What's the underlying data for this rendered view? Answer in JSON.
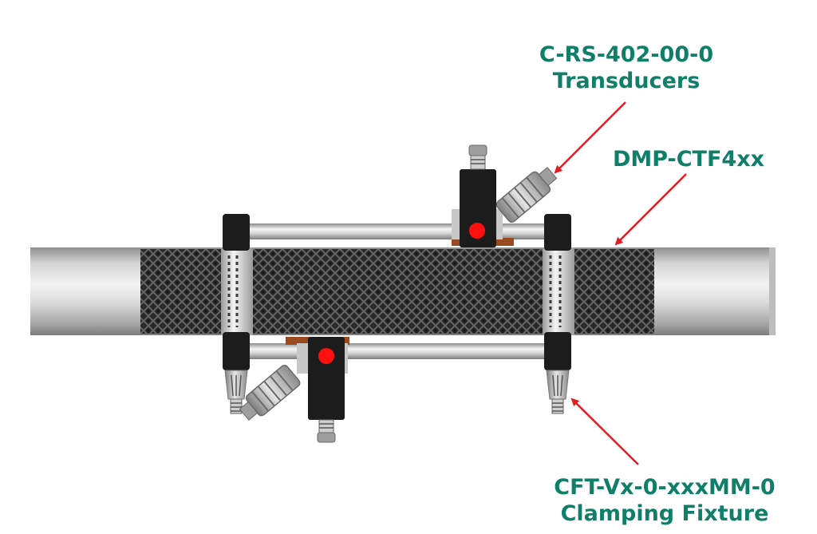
{
  "labels": {
    "transducers": {
      "part_number": "C-RS-402-00-0",
      "name": "Transducers"
    },
    "sensor_tape": {
      "part_number": "DMP-CTF4xx"
    },
    "clamping_fixture": {
      "part_number": "CFT-Vx-0-xxxMM-0",
      "name": "Clamping Fixture"
    }
  },
  "colors": {
    "label_text": "#0f7f6a",
    "arrow": "#e31b23",
    "transducer_dot": "#ff1010",
    "pipe_light": "#eeeeee",
    "pipe_dark": "#8c8c8c",
    "mesh": "#2e2e2e",
    "block": "#1c1c1c",
    "pad": "#9a4a1e"
  },
  "icons": [
    "pipe",
    "mesh-wrap",
    "clamp-ring",
    "guide-rod",
    "transducer-block",
    "cable-connector",
    "set-screw",
    "pointer-arrow"
  ]
}
